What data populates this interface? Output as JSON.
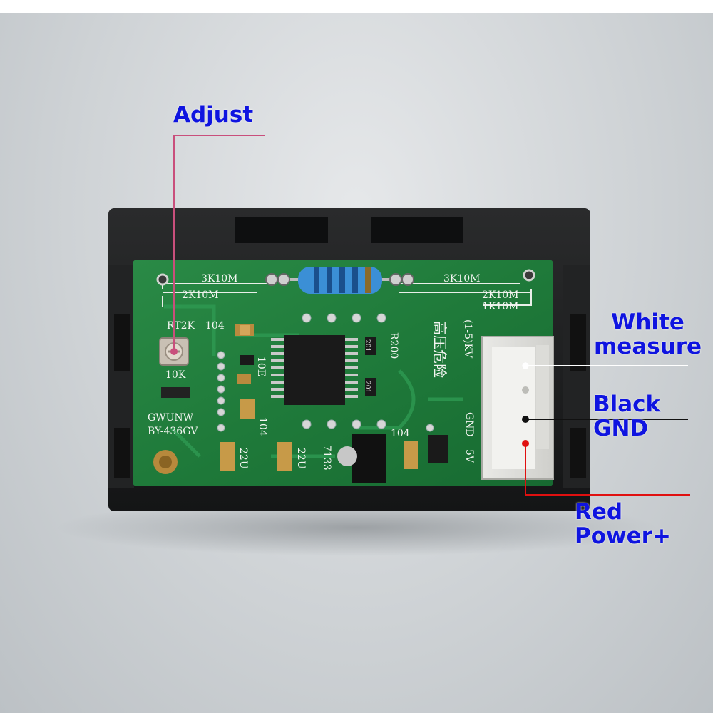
{
  "labels": {
    "adjust": "Adjust",
    "white_line1": "White",
    "white_line2": "measure",
    "black": "Black GND",
    "red": "Red Power+"
  },
  "pcb": {
    "silk_3k10m_left": "3K10M",
    "silk_3k10m_right": "3K10M",
    "silk_2k10m_left": "2K10M",
    "silk_2k10m_right": "2K10M",
    "silk_1k10m": "1K10M",
    "silk_rt2k": "RT2K",
    "silk_104_top": "104",
    "silk_10k": "10K",
    "silk_10e": "10E",
    "silk_104_mid": "104",
    "silk_gwunw": "GWUNW",
    "silk_model": "BY-436GV",
    "silk_22u_a": "22U",
    "silk_22u_b": "22U",
    "silk_7133": "7133",
    "silk_104_bottom": "104",
    "silk_r200": "R200",
    "silk_201_a": "201",
    "silk_201_b": "201",
    "silk_range": "(1-5)KV",
    "silk_warning": "高压危险",
    "silk_gnd": "GND",
    "silk_5v": "5V"
  },
  "colors": {
    "label_text": "#0f14e0",
    "pcb_green": "#1f7a3a",
    "case_black": "#1b1c1d",
    "leader_pink": "#c94f7c",
    "leader_black": "#111111",
    "leader_red": "#e01010",
    "leader_white": "#ffffff"
  }
}
